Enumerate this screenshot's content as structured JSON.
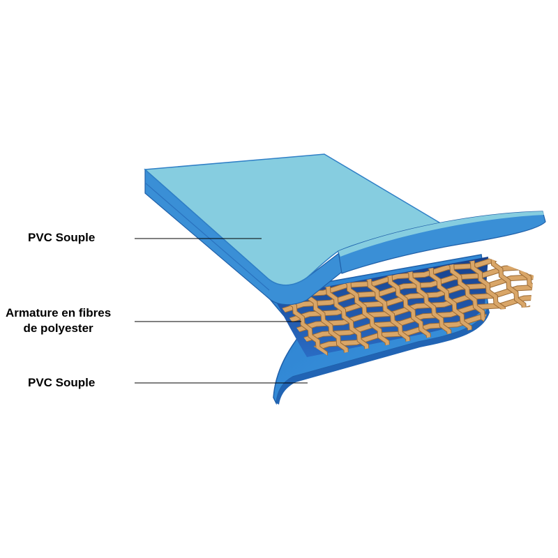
{
  "labels": {
    "top": "PVC Souple",
    "middle_line1": "Armature en fibres",
    "middle_line2": "de polyester",
    "bottom": "PVC Souple"
  },
  "colors": {
    "pvc_top_face": "#86cde0",
    "pvc_edge": "#3a8fd6",
    "pvc_dark": "#1d5fb5",
    "pvc_bottom": "#2f86d3",
    "fiber": "#d9a668",
    "fiber_dark": "#9a6a35",
    "leader_line": "#000000"
  }
}
